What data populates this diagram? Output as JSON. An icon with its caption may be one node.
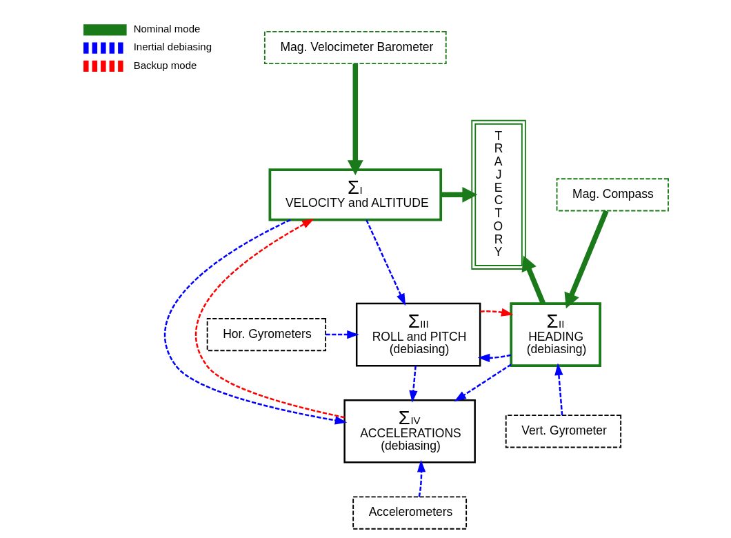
{
  "diagram": {
    "nodes": [
      {
        "text": [
          "Mag. Velocimeter Barometer"
        ]
      },
      {
        "text": [
          "Σ$_{I}$",
          "VELOCITY and ALTITUDE"
        ]
      },
      {
        "text": [
          "TRAJECTORY"
        ]
      },
      {
        "text": [
          "Mag. Compass"
        ]
      },
      {
        "text": [
          "Hor. Gyrometers"
        ]
      },
      {
        "text": [
          "Σ$_{III}$",
          "ROLL and PITCH",
          "(debiasing)"
        ]
      },
      {
        "text": [
          "Σ$_{II}$",
          "HEADING",
          "(debiasing)"
        ]
      },
      {
        "text": [
          "Σ$_{IV}$",
          "ACCELERATIONS",
          "(debiasing)"
        ]
      },
      {
        "text": [
          "Vert. Gyrometer"
        ]
      },
      {
        "text": [
          "Accelerometers"
        ]
      }
    ],
    "edges": [
      {
        "from": 0,
        "to": 1,
        "arrow": "to",
        "style": "thick",
        "color": "#1a7a1a"
      },
      {
        "from": 1,
        "to": 2,
        "arrow": "to",
        "style": "thick",
        "color": "#1a7a1a"
      },
      {
        "from": 3,
        "to": 6,
        "arrow": "to",
        "style": "thick",
        "color": "#1a7a1a"
      },
      {
        "from": 6,
        "to": 2,
        "arrow": "to",
        "style": "thick",
        "color": "#1a7a1a"
      },
      {
        "from": 1,
        "to": 5,
        "arrow": "to",
        "style": "dashed"
      },
      {
        "from": 4,
        "to": 5,
        "arrow": "to",
        "style": "dashed"
      },
      {
        "from": 6,
        "to": 5,
        "arrow": "to",
        "style": "dashed"
      },
      {
        "from": 5,
        "to": 6,
        "arrow": "to",
        "style": "dashed",
        "color": "#ff0000"
      },
      {
        "from": 5,
        "to": 7,
        "arrow": "to",
        "style": "dashed"
      },
      {
        "from": 6,
        "to": 7,
        "arrow": "to",
        "style": "dashed"
      },
      {
        "from": 8,
        "to": 6,
        "arrow": "to",
        "style": "dashed"
      },
      {
        "from": 9,
        "to": 7,
        "arrow": "to",
        "style": "dashed"
      },
      {
        "from": 1,
        "to": 7,
        "arrow": "to",
        "style": "dashed"
      },
      {
        "from": 7,
        "to": 1,
        "arrow": "to",
        "style": "dashed",
        "color": "#ff0000"
      }
    ],
    "legend": [
      {
        "text": "Nominal mode"
      },
      {
        "text": "Inertial debiasing"
      },
      {
        "text": "Backup mode"
      }
    ]
  }
}
